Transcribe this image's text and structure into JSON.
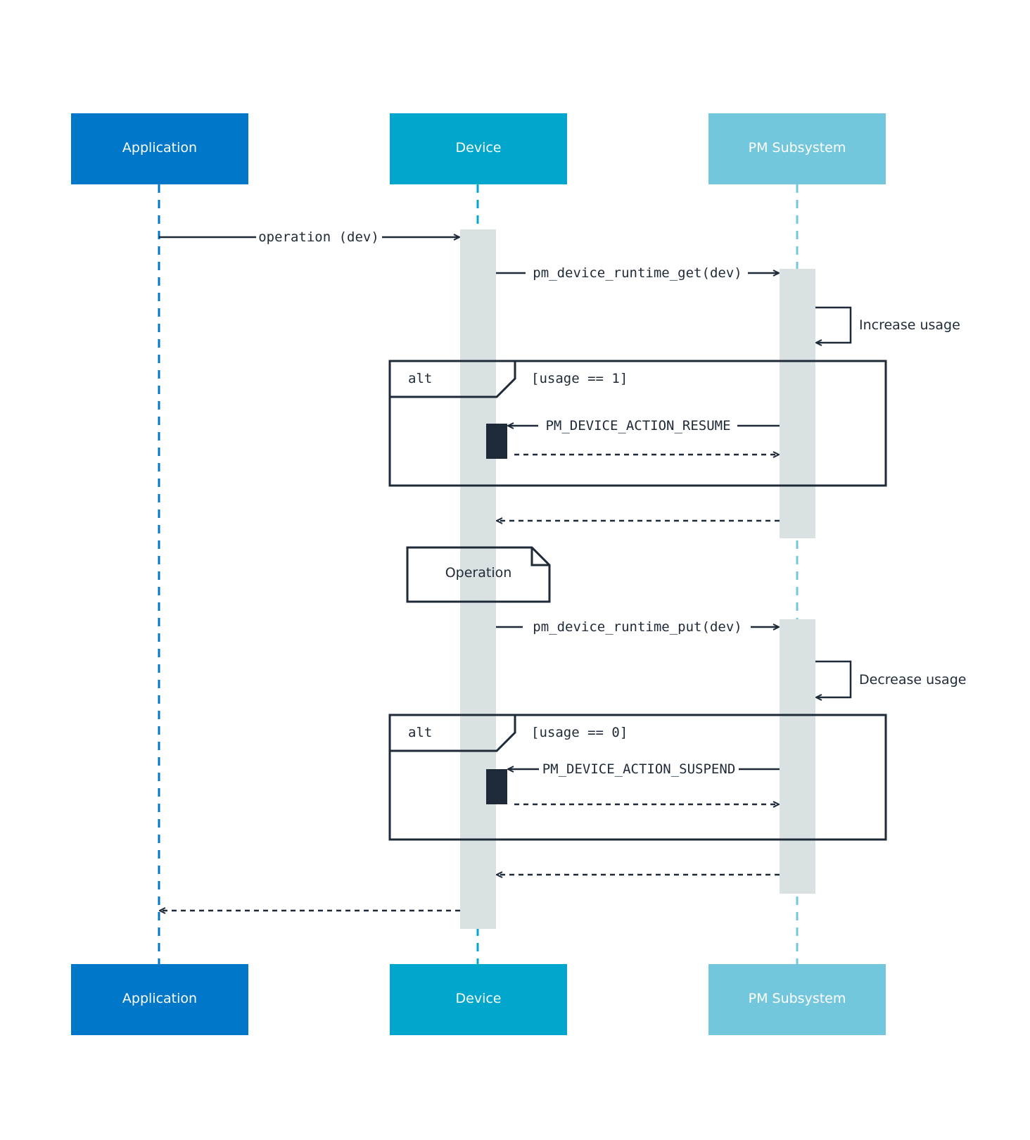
{
  "actors": [
    {
      "id": "app",
      "label": "Application",
      "color": "#0077c8"
    },
    {
      "id": "dev",
      "label": "Device",
      "color": "#00a6cc"
    },
    {
      "id": "pm",
      "label": "PM Subsystem",
      "color": "#73c7dc"
    }
  ],
  "messages": {
    "operation": "operation (dev)",
    "get": "pm_device_runtime_get(dev)",
    "put": "pm_device_runtime_put(dev)",
    "resume": "PM_DEVICE_ACTION_RESUME",
    "suspend": "PM_DEVICE_ACTION_SUSPEND"
  },
  "self_calls": {
    "increase": "Increase usage",
    "decrease": "Decrease usage"
  },
  "fragments": {
    "alt1": {
      "keyword": "alt",
      "guard": "[usage == 1]"
    },
    "alt2": {
      "keyword": "alt",
      "guard": "[usage == 0]"
    }
  },
  "note": "Operation",
  "colors": {
    "line": "#1e2a38",
    "activation": "#d9e1e3"
  }
}
